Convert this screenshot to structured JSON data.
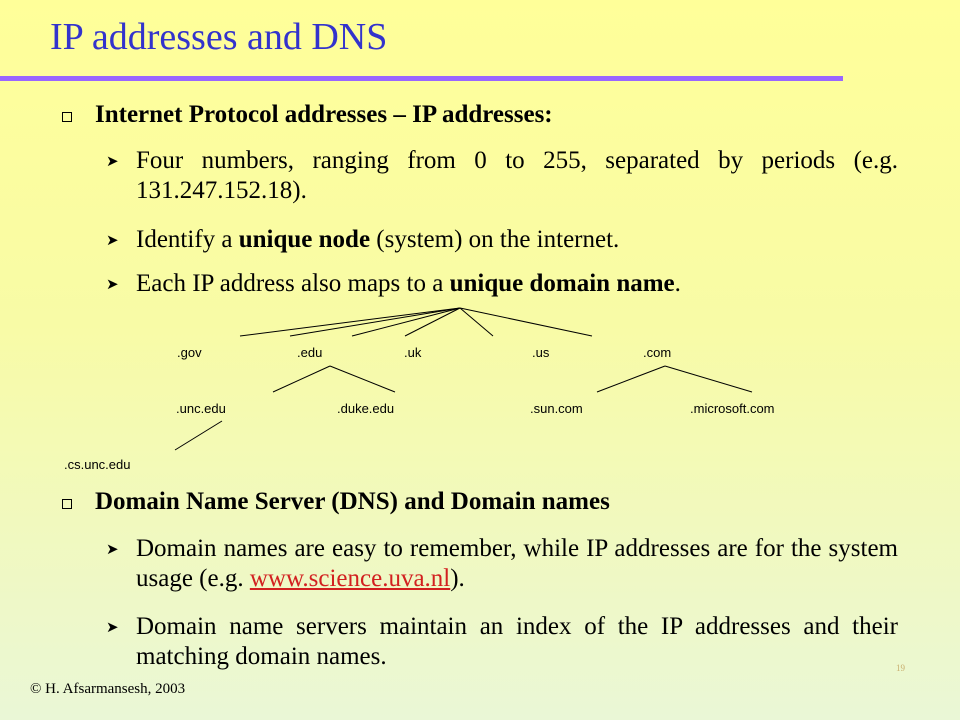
{
  "title": "IP addresses and DNS",
  "section1": {
    "heading": "Internet Protocol addresses – IP addresses:",
    "bullet1": "Four numbers, ranging from 0 to 255, separated by periods (e.g. 131.247.152.18).",
    "bullet2": {
      "pre": "Identify a ",
      "bold": "unique node",
      "post": " (system)  on the internet."
    },
    "bullet3": {
      "pre": "Each IP address also maps to a ",
      "bold": "unique domain name",
      "post": "."
    }
  },
  "tree": {
    "level1": [
      ".gov",
      ".edu",
      ".uk",
      ".us",
      ".com"
    ],
    "level2": [
      ".unc.edu",
      ".duke.edu",
      ".sun.com",
      ".microsoft.com"
    ],
    "level3": [
      ".cs.unc.edu"
    ]
  },
  "section2": {
    "heading": "Domain Name Server (DNS) and Domain names",
    "bullet1": {
      "pre": "Domain names are easy to remember, while IP addresses are for the system usage (e.g. ",
      "link": "www.science.uva.nl",
      "post": ")."
    },
    "bullet2": "Domain name servers maintain an index of the IP addresses and their matching domain names."
  },
  "footer": "© H. Afsarmansesh, 2003",
  "page_number": "19",
  "colors": {
    "title": "#3333CC",
    "rule": "#9966FF",
    "link": "#D22020"
  }
}
